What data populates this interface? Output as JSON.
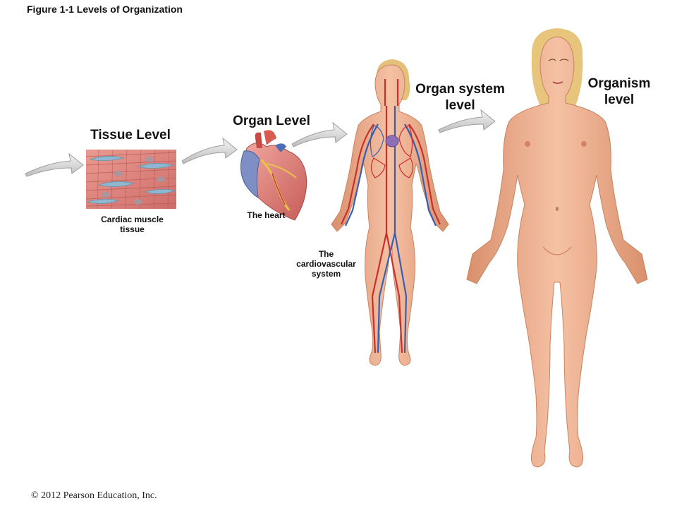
{
  "figure_title": "Figure 1-1 Levels of Organization",
  "levels": {
    "tissue": "Tissue Level",
    "organ": "Organ Level",
    "organ_system_line1": "Organ system",
    "organ_system_line2": "level",
    "organism_line1": "Organism",
    "organism_line2": "level"
  },
  "captions": {
    "tissue_line1": "Cardiac muscle",
    "tissue_line2": "tissue",
    "organ": "The heart",
    "system_line1": "The",
    "system_line2": "cardiovascular",
    "system_line3": "system"
  },
  "copyright": "© 2012 Pearson Education, Inc.",
  "colors": {
    "skin": "#f0b596",
    "skin_shadow": "#d9926f",
    "hair": "#e8c77a",
    "artery": "#c9302c",
    "vein": "#3a5fb0",
    "muscle": "#e0837d",
    "arrow": "#d8d8d8"
  }
}
